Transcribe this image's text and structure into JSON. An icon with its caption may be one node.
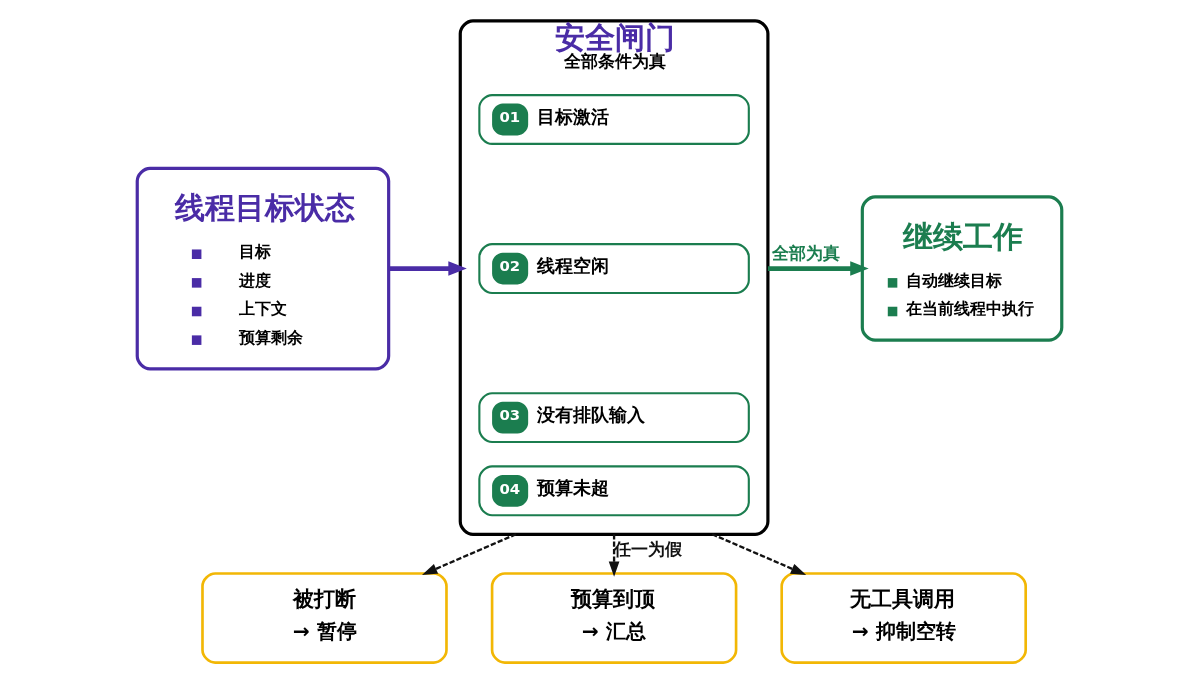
{
  "diagram": {
    "nodes": [
      {
        "text": [
          "线程目标状态",
          "目标",
          "进度",
          "上下文",
          "预算剩余"
        ]
      },
      {
        "text": [
          "安全闸门",
          "全部条件为真"
        ]
      },
      {
        "text": [
          "01",
          "目标激活"
        ],
        "in": 1
      },
      {
        "text": [
          "02",
          "线程空闲"
        ],
        "in": 1
      },
      {
        "text": [
          "03",
          "没有排队输入"
        ],
        "in": 1
      },
      {
        "text": [
          "04",
          "预算未超"
        ],
        "in": 1
      },
      {
        "text": [
          "继续工作",
          "自动继续目标",
          "在当前线程中执行"
        ]
      },
      {
        "text": [
          "被打断",
          "→ 暂停"
        ]
      },
      {
        "text": [
          "预算到顶",
          "→ 汇总"
        ]
      },
      {
        "text": [
          "无工具调用",
          "→ 抑制空转"
        ]
      }
    ],
    "edges": [
      {
        "from": 0,
        "to": 1,
        "arrow": "to",
        "style": "thick",
        "color": "#4a2ca6"
      },
      {
        "from": 1,
        "to": 6,
        "arrow": "to",
        "label": "全部为真",
        "style": "thick",
        "color": "#1b7d4f"
      },
      {
        "from": 1,
        "to": 7,
        "arrow": "to",
        "style": "dashed"
      },
      {
        "from": 1,
        "to": 8,
        "arrow": "to",
        "style": "dashed",
        "label": "任一为假"
      },
      {
        "from": 1,
        "to": 9,
        "arrow": "to",
        "style": "dashed"
      }
    ]
  }
}
